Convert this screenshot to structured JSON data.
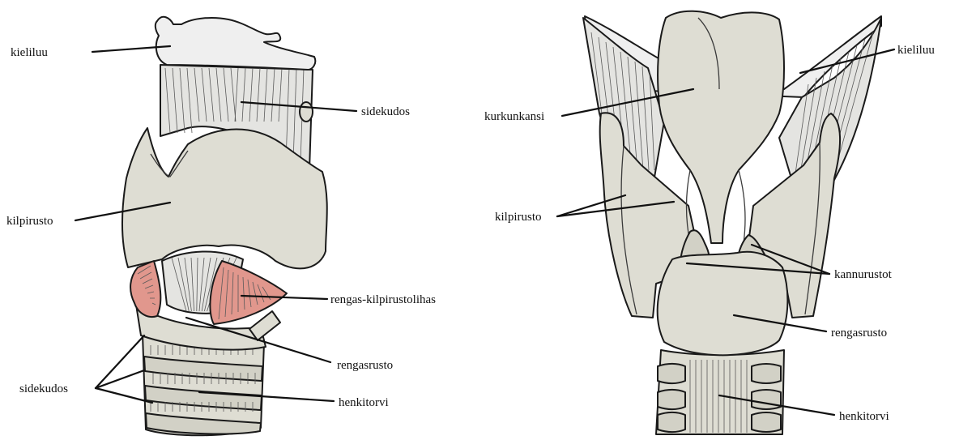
{
  "colors": {
    "cartilage": "#deddd3",
    "cartilage_dark": "#d2d1c6",
    "bone": "#efefef",
    "ligament": "#e4e4e1",
    "muscle": "#e1978d",
    "outline": "#1a1a1a"
  },
  "front_view": {
    "labels": {
      "hyoid": "kieliluu",
      "membrane": "sidekudos",
      "thyroid": "kilpirusto",
      "cricothyroid": "rengas-kilpirustolihas",
      "cricoid": "rengasrusto",
      "ligaments": "sidekudos",
      "trachea": "henkitorvi"
    }
  },
  "back_view": {
    "labels": {
      "hyoid": "kieliluu",
      "epiglottis": "kurkunkansi",
      "thyroid": "kilpirusto",
      "arytenoids": "kannurustot",
      "cricoid": "rengasrusto",
      "trachea": "henkitorvi"
    }
  }
}
